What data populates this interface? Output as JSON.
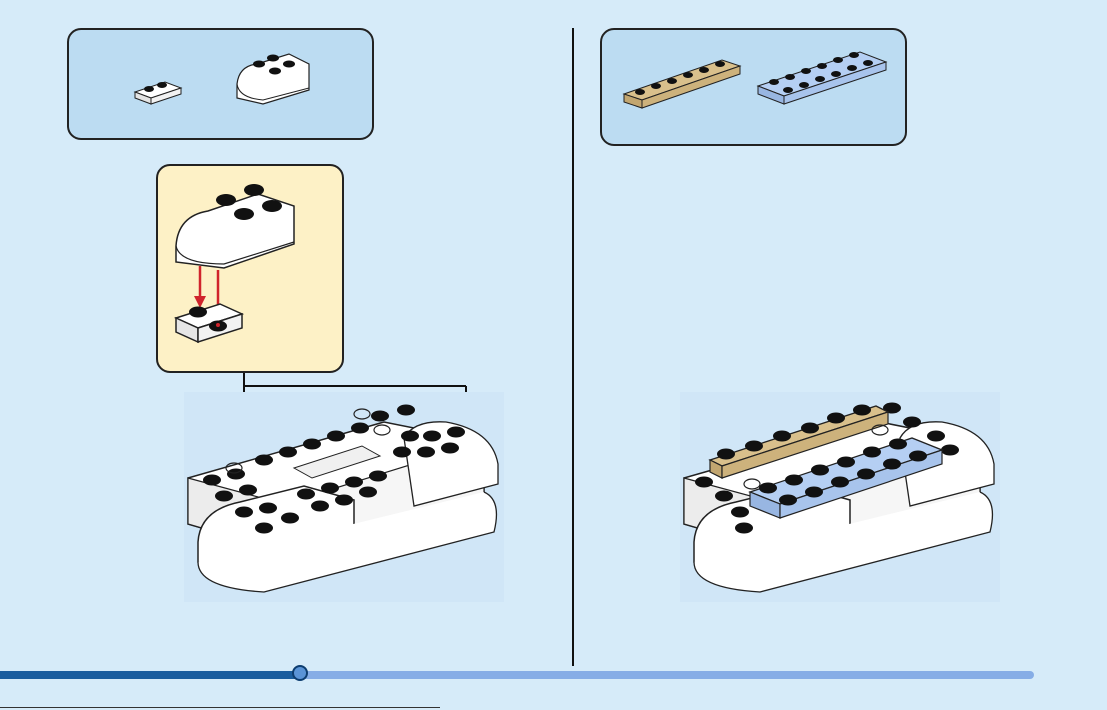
{
  "colors": {
    "background": "#d6ebf9",
    "parts_box": "#bcdcf2",
    "sub_assembly_box": "#fdf1c6",
    "brick_white": "#ffffff",
    "brick_tan": "#d9c08c",
    "brick_light_blue": "#b5cff3",
    "arrow_red": "#d0242c",
    "progress_fill": "#1a5d9e",
    "progress_track": "#86ade6"
  },
  "progress": {
    "fraction": 0.29
  },
  "left_step": {
    "parts": [
      "white-1x2-plate",
      "white-2x2-curved-slope"
    ],
    "sub_assembly": [
      "curved-slope-on-1x2-plate"
    ]
  },
  "right_step": {
    "parts": [
      "tan-1x6-plate",
      "light-blue-2x6-plate"
    ]
  }
}
